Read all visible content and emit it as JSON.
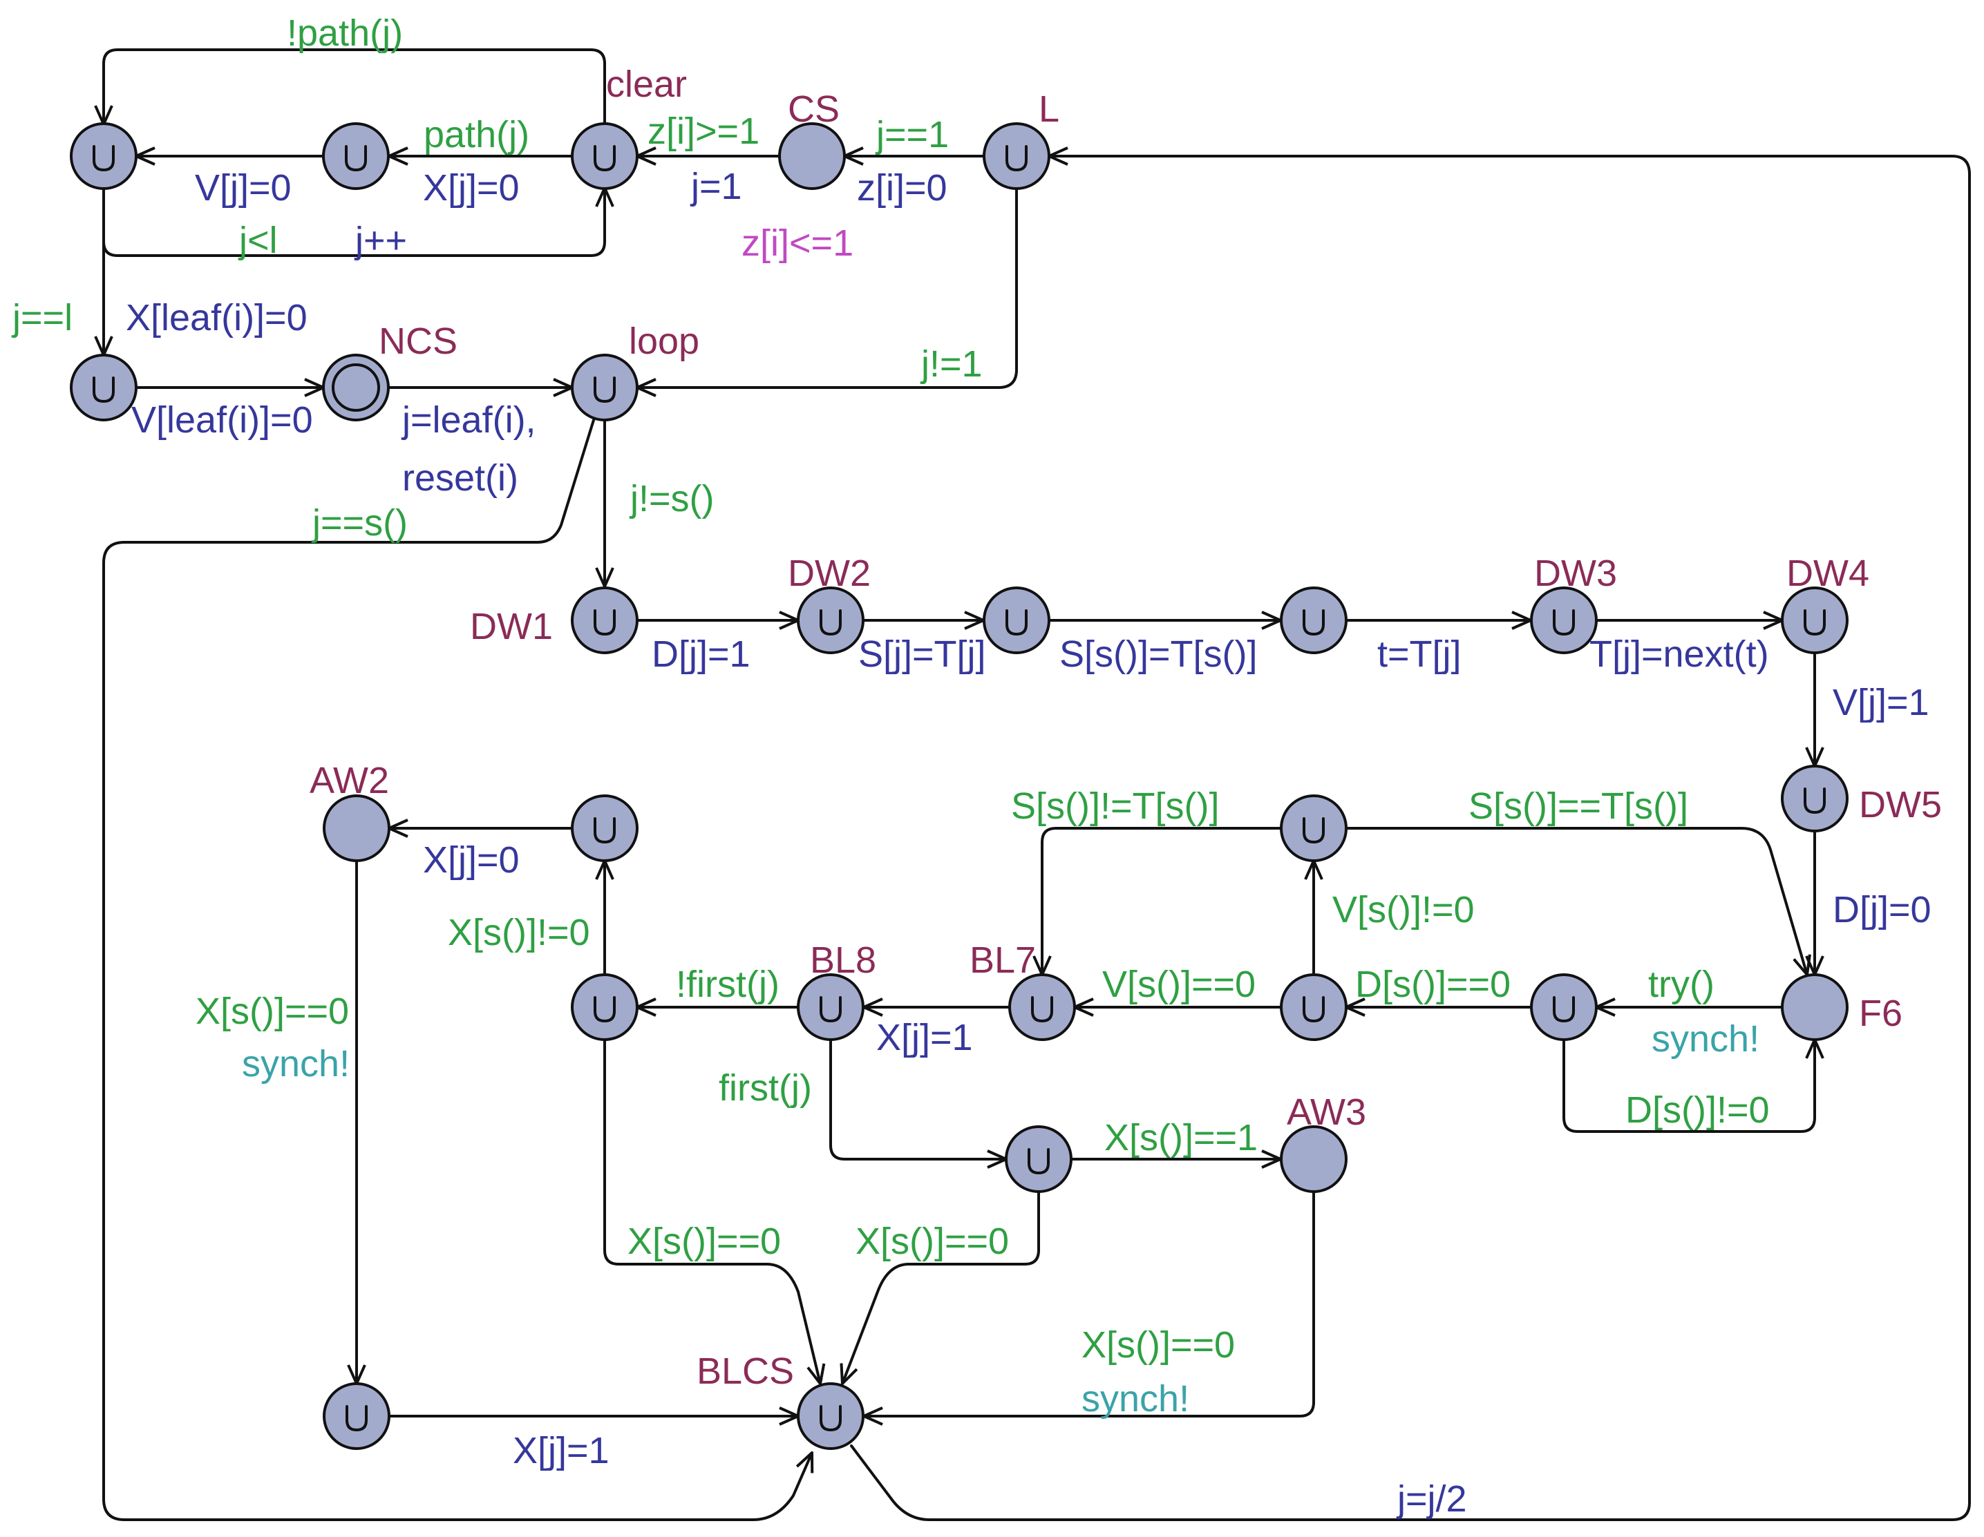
{
  "colors": {
    "state_fill": "#a3abcd",
    "location_name": "#8b2b57",
    "guard": "#2fa043",
    "update": "#36379c",
    "sync": "#3aa3a8",
    "invariant": "#c04ac2",
    "edge": "#111111"
  },
  "icons": {
    "urgent_marker": "urgent-u-icon",
    "initial_marker": "initial-double-circle-icon"
  },
  "locations": {
    "cs": "CS",
    "l": "L",
    "clear": "clear",
    "ncs": "NCS",
    "loop": "loop",
    "dw1": "DW1",
    "dw2": "DW2",
    "dw3": "DW3",
    "dw4": "DW4",
    "dw5": "DW5",
    "f6": "F6",
    "bl7": "BL7",
    "bl8": "BL8",
    "aw2": "AW2",
    "aw3": "AW3",
    "blcs": "BLCS"
  },
  "labels": {
    "not_path_j": "!path(j)",
    "path_j": "path(j)",
    "z_ge_1": "z[i]>=1",
    "j_eq_1": "j==1",
    "v_j_0": "V[j]=0",
    "x_j_0_top": "X[j]=0",
    "j_assign_1": "j=1",
    "z_i_0": "z[i]=0",
    "z_le_1": "z[i]<=1",
    "j_lt_l": "j<l",
    "j_inc": "j++",
    "j_eq_l": "j==l",
    "x_leaf_0": "X[leaf(i)]=0",
    "v_leaf_0": "V[leaf(i)]=0",
    "j_leaf": "j=leaf(i),",
    "reset_i": "reset(i)",
    "j_neq_1": "j!=1",
    "j_eq_s": "j==s()",
    "j_neq_s": "j!=s()",
    "d_j_1": "D[j]=1",
    "s_j_t_j": "S[j]=T[j]",
    "s_s_t_s": "S[s()]=T[s()]",
    "t_t_j": "t=T[j]",
    "t_j_next": "T[j]=next(t)",
    "v_j_1": "V[j]=1",
    "d_j_0": "D[j]=0",
    "s_neq_t": "S[s()]!=T[s()]",
    "s_eq_t": "S[s()]==T[s()]",
    "v_s_neq_0": "V[s()]!=0",
    "v_s_eq_0": "V[s()]==0",
    "d_s_eq_0": "D[s()]==0",
    "try": "try()",
    "synch_f6": "synch!",
    "d_s_neq_0": "D[s()]!=0",
    "x_j_0_aw2": "X[j]=0",
    "x_s_neq_0": "X[s()]!=0",
    "not_first_j": "!first(j)",
    "x_j_1_bl8": "X[j]=1",
    "first_j": "first(j)",
    "x_s_eq_0_aw2": "X[s()]==0",
    "synch_aw2": "synch!",
    "x_s_eq_1": "X[s()]==1",
    "x_s_eq_0_left": "X[s()]==0",
    "x_s_eq_0_mid": "X[s()]==0",
    "x_s_eq_0_aw3": "X[s()]==0",
    "synch_aw3": "synch!",
    "x_j_1_bottom": "X[j]=1",
    "j_half": "j=j/2"
  }
}
